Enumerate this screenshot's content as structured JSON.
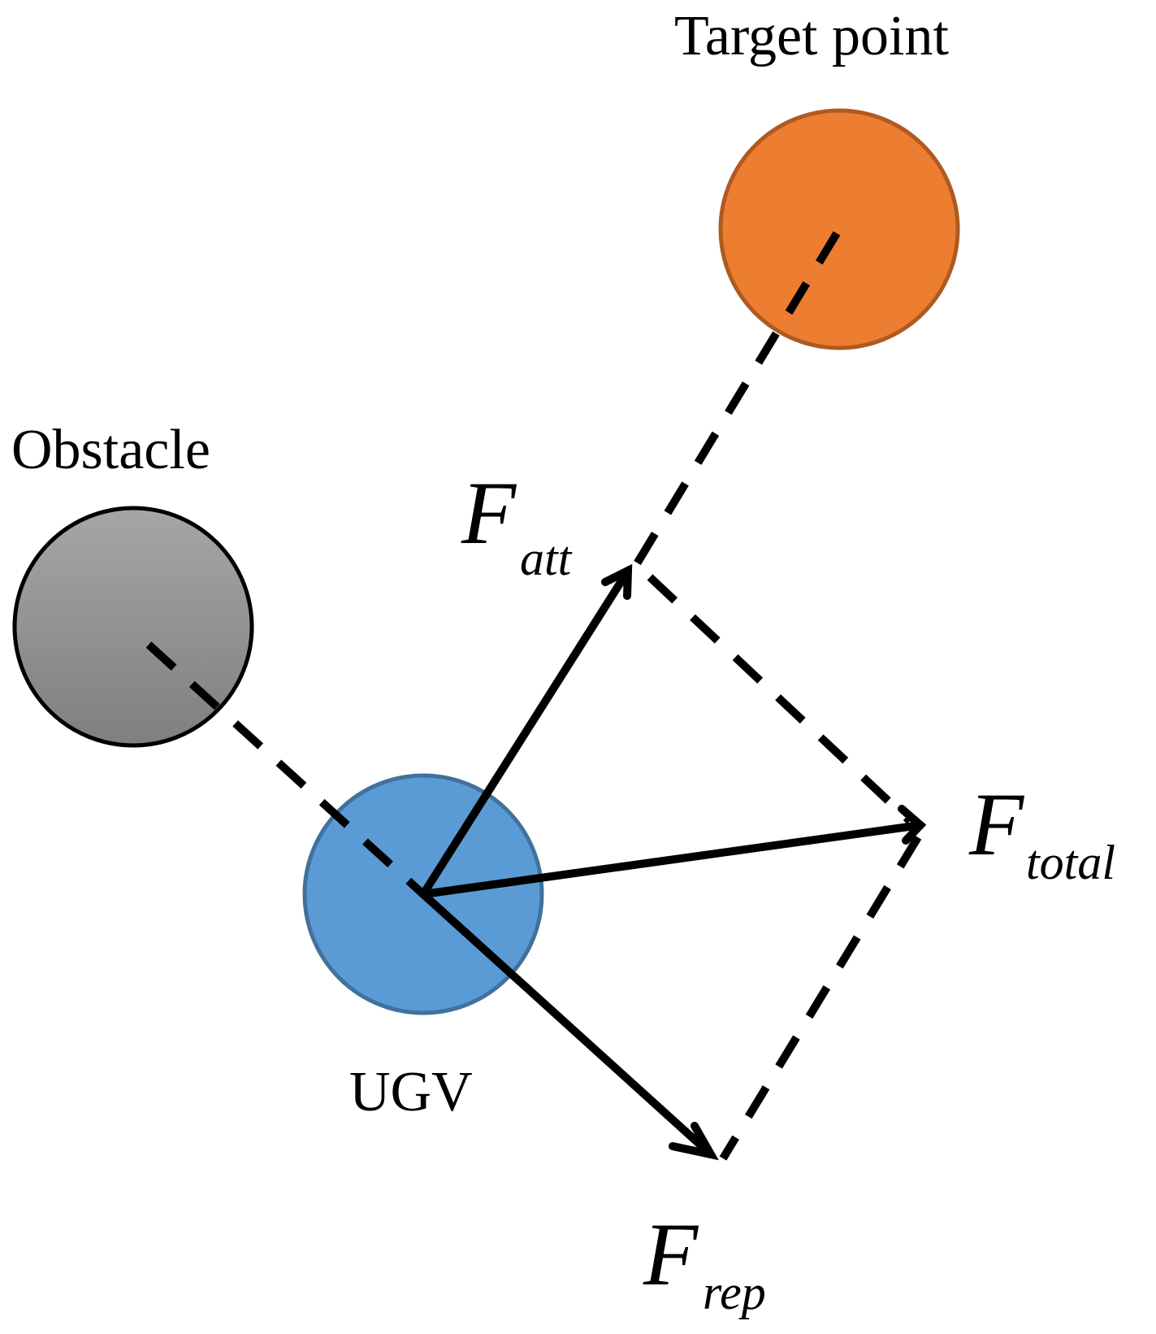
{
  "labels": {
    "target": "Target point",
    "obstacle": "Obstacle",
    "ugv": "UGV"
  },
  "forces": {
    "att": {
      "symbol": "F",
      "subscript": "att"
    },
    "total": {
      "symbol": "F",
      "subscript": "total"
    },
    "rep": {
      "symbol": "F",
      "subscript": "rep"
    }
  },
  "colors": {
    "target_fill": "#ED7D31",
    "target_stroke": "#AE5A21",
    "obstacle_fill_top": "#A6A6A6",
    "obstacle_fill_bottom": "#7F7F7F",
    "obstacle_stroke": "#000000",
    "ugv_fill": "#5B9BD5",
    "ugv_stroke": "#41719C",
    "lines": "#000000"
  }
}
